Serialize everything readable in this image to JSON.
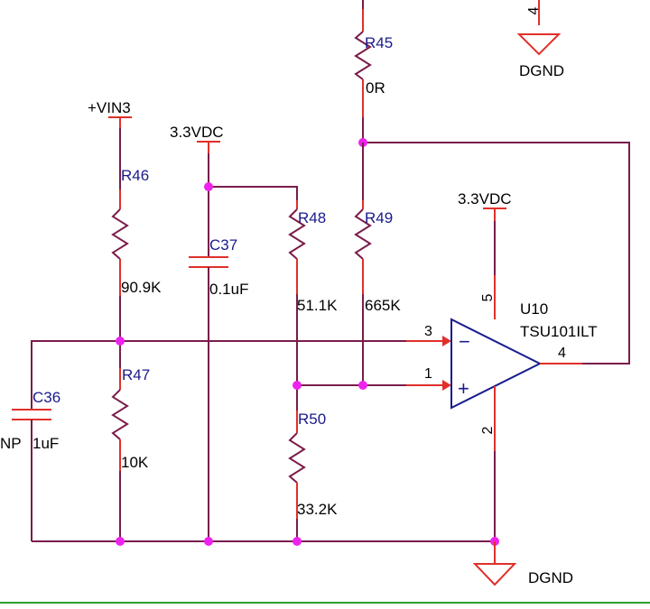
{
  "power": {
    "vin3": "+VIN3",
    "vdc_c37": "3.3VDC",
    "vdc_u10": "3.3VDC",
    "dgnd_top": "DGND",
    "dgnd_bottom": "DGND"
  },
  "components": {
    "R45": {
      "ref": "R45",
      "value": "0R"
    },
    "R46": {
      "ref": "R46",
      "value": "90.9K"
    },
    "R47": {
      "ref": "R47",
      "value": "10K"
    },
    "R48": {
      "ref": "R48",
      "value": "51.1K"
    },
    "R49": {
      "ref": "R49",
      "value": "665K"
    },
    "R50": {
      "ref": "R50",
      "value": "33.2K"
    },
    "C36": {
      "ref": "C36",
      "value": "1uF",
      "prefix": "NP"
    },
    "C37": {
      "ref": "C37",
      "value": "0.1uF"
    },
    "U10": {
      "ref": "U10",
      "part": "TSU101ILT"
    }
  },
  "pins": {
    "top_gnd": "4",
    "u10_inv": "3",
    "u10_noninv": "1",
    "u10_out": "4",
    "u10_vcc": "5",
    "u10_gnd": "2"
  },
  "colors": {
    "wire": "#7a1c4a",
    "pin": "#e0302a",
    "junction": "#ee22ee",
    "text": "#000000",
    "ref_text": "#1a1a8c",
    "footer_line": "#2e9e2e"
  }
}
